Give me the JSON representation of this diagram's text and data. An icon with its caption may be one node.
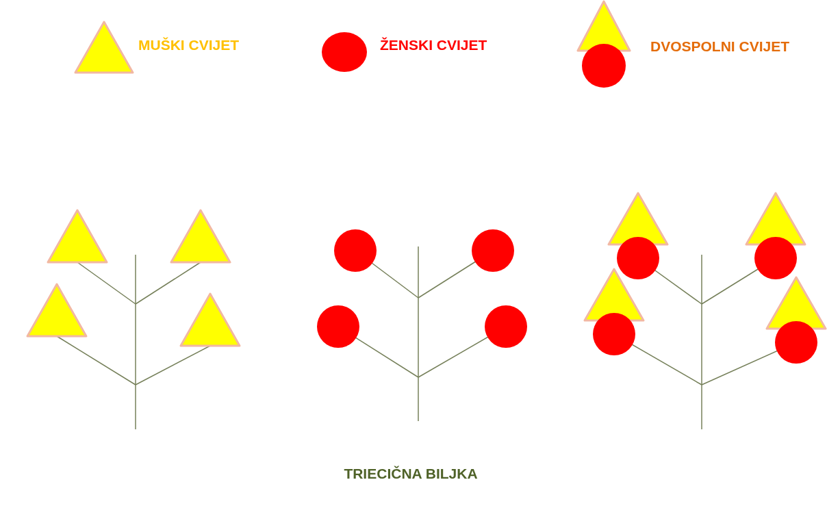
{
  "diagram": {
    "caption": "TRIECIČNA BILJKA",
    "legend": [
      {
        "text": "MUŠKI CVIJET"
      },
      {
        "text": "ŽENSKI CVIJET"
      },
      {
        "text": "DVOSPOLNI CVIJET"
      }
    ]
  }
}
